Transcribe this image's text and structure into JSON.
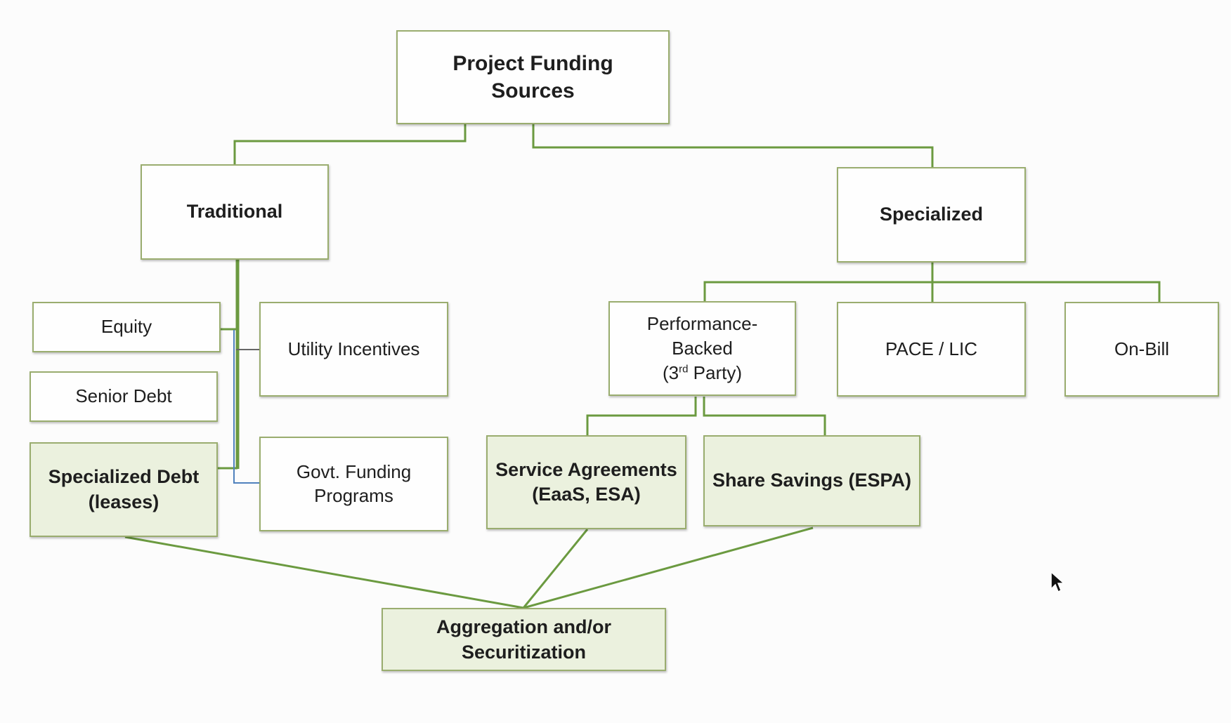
{
  "diagram": {
    "title": "Project Funding Sources",
    "nodes": {
      "root": {
        "line1": "Project Funding",
        "line2": "Sources"
      },
      "traditional": {
        "label": "Traditional"
      },
      "specialized": {
        "label": "Specialized"
      },
      "equity": {
        "label": "Equity"
      },
      "senior_debt": {
        "label": "Senior Debt"
      },
      "specialized_debt": {
        "line1": "Specialized Debt",
        "line2": "(leases)"
      },
      "utility_incentives": {
        "label": "Utility Incentives"
      },
      "govt_funding": {
        "line1": "Govt. Funding",
        "line2": "Programs"
      },
      "performance_backed": {
        "line1": "Performance-",
        "line2": "Backed",
        "line3_pre": "(3",
        "line3_sup": "rd",
        "line3_post": " Party)"
      },
      "pace_lic": {
        "label": "PACE / LIC"
      },
      "on_bill": {
        "label": "On-Bill"
      },
      "service_agreements": {
        "line1": "Service Agreements",
        "line2": "(EaaS, ESA)"
      },
      "share_savings": {
        "label": "Share Savings (ESPA)"
      },
      "aggregation": {
        "line1": "Aggregation and/or",
        "line2": "Securitization"
      }
    },
    "edges": [
      [
        "root",
        "traditional"
      ],
      [
        "root",
        "specialized"
      ],
      [
        "traditional",
        "equity"
      ],
      [
        "traditional",
        "senior_debt"
      ],
      [
        "traditional",
        "specialized_debt"
      ],
      [
        "traditional",
        "utility_incentives"
      ],
      [
        "traditional",
        "govt_funding"
      ],
      [
        "specialized",
        "performance_backed"
      ],
      [
        "specialized",
        "pace_lic"
      ],
      [
        "specialized",
        "on_bill"
      ],
      [
        "performance_backed",
        "service_agreements"
      ],
      [
        "performance_backed",
        "share_savings"
      ],
      [
        "specialized_debt",
        "aggregation"
      ],
      [
        "service_agreements",
        "aggregation"
      ],
      [
        "share_savings",
        "aggregation"
      ]
    ],
    "colors": {
      "line": "#6b9a40",
      "blue_line": "#4f81bd",
      "box_border": "#9aad6f",
      "highlight_fill": "#ebf1de"
    }
  }
}
